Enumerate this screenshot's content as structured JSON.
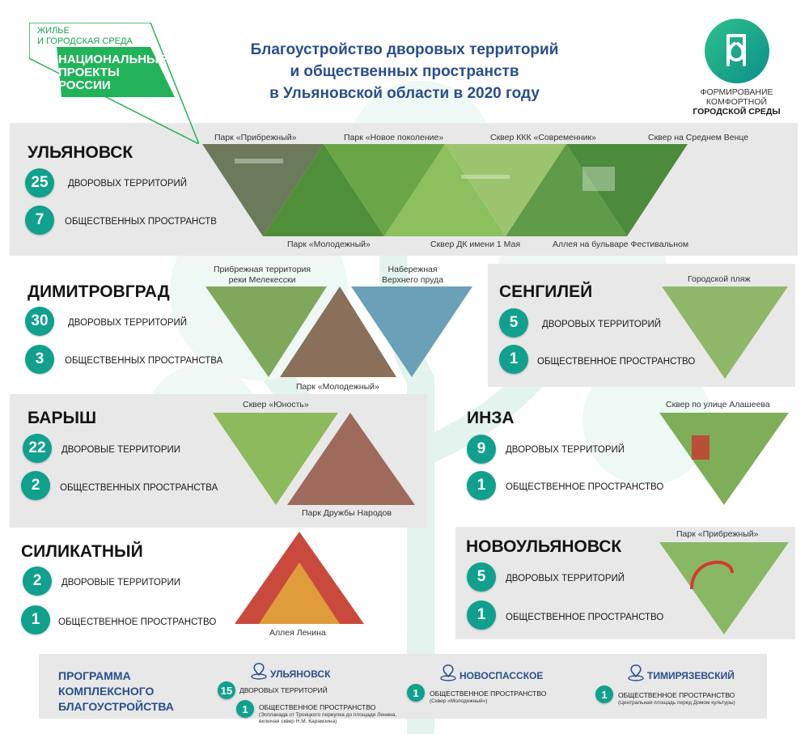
{
  "header": {
    "np_top": "ЖИЛЬЕ\nИ ГОРОДСКАЯ СРЕДА",
    "np_main": "НАЦИОНАЛЬНЫЕ\nПРОЕКТЫ\nРОССИИ",
    "title_1": "Благоустройство дворовых территорий",
    "title_2": "и общественных пространств",
    "title_3": "в Ульяновской области в 2020 году",
    "ks_line1": "ФОРМИРОВАНИЕ",
    "ks_line2": "КОМФОРТНОЙ",
    "ks_line3": "ГОРОДСКОЙ СРЕДЫ"
  },
  "colors": {
    "accent": "#10a08e",
    "title_blue": "#2a4e8c",
    "np_green": "#22b35a",
    "panel": "#e8e8e8"
  },
  "ulyanovsk": {
    "name": "УЛЬЯНОВСК",
    "yards": "25",
    "yards_label": "ДВОРОВЫХ ТЕРРИТОРИЙ",
    "public": "7",
    "public_label": "ОБЩЕСТВЕННЫХ ПРОСТРАНСТВ",
    "cap_top_1": "Парк «Прибрежный»",
    "cap_top_2": "Парк «Новое поколение»",
    "cap_top_3": "Сквер ККК «Современник»",
    "cap_top_4": "Сквер на Среднем Венце",
    "cap_bot_1": "Парк «Молодежный»",
    "cap_bot_2": "Сквер ДК имени 1 Мая",
    "cap_bot_3": "Аллея на бульваре Фестивальном"
  },
  "dimitrovgrad": {
    "name": "ДИМИТРОВГРАД",
    "yards": "30",
    "yards_label": "ДВОРОВЫХ ТЕРРИТОРИЙ",
    "public": "3",
    "public_label": "ОБЩЕСТВЕННЫХ ПРОСТРАНСТВА",
    "cap_1": "Прибрежная территория\nреки Мелекесски",
    "cap_2": "Набережная\nВерхнего пруда",
    "cap_3": "Парк «Молодежный»"
  },
  "sengiley": {
    "name": "СЕНГИЛЕЙ",
    "yards": "5",
    "yards_label": "ДВОРОВЫХ ТЕРРИТОРИЙ",
    "public": "1",
    "public_label": "ОБЩЕСТВЕННОЕ ПРОСТРАНСТВО",
    "cap_1": "Городской пляж"
  },
  "barysh": {
    "name": "БАРЫШ",
    "yards": "22",
    "yards_label": "ДВОРОВЫЕ ТЕРРИТОРИИ",
    "public": "2",
    "public_label": "ОБЩЕСТВЕННЫХ ПРОСТРАНСТВА",
    "cap_1": "Сквер «Юность»",
    "cap_2": "Парк Дружбы Народов"
  },
  "inza": {
    "name": "ИНЗА",
    "yards": "9",
    "yards_label": "ДВОРОВЫХ ТЕРРИТОРИЙ",
    "public": "1",
    "public_label": "ОБЩЕСТВЕННОЕ ПРОСТРАНСТВО",
    "cap_1": "Сквер по улице Алашеева"
  },
  "silikatny": {
    "name": "СИЛИКАТНЫЙ",
    "yards": "2",
    "yards_label": "ДВОРОВЫЕ ТЕРРИТОРИИ",
    "public": "1",
    "public_label": "ОБЩЕСТВЕННОЕ ПРОСТРАНСТВО",
    "cap_1": "Аллея Ленина"
  },
  "novoulyanovsk": {
    "name": "НОВОУЛЬЯНОВСК",
    "yards": "5",
    "yards_label": "ДВОРОВЫХ ТЕРРИТОРИЙ",
    "public": "1",
    "public_label": "ОБЩЕСТВЕННОЕ ПРОСТРАНСТВО",
    "cap_1": "Парк «Прибрежный»"
  },
  "program": {
    "title": "ПРОГРАММА\nКОМПЛЕКСНОГО\nБЛАГОУСТРОЙСТВА",
    "t1_name": "УЛЬЯНОВСК",
    "t1_yards": "15",
    "t1_yards_label": "ДВОРОВЫХ ТЕРРИТОРИЙ",
    "t1_public": "1",
    "t1_public_label": "ОБЩЕСТВЕННОЕ ПРОСТРАНСТВО",
    "t1_note": "(Эспланада от Троицкого переулка до площади Ленина,\nвключая сквер Н.М. Карамзина)",
    "t2_name": "НОВОСПАССКОЕ",
    "t2_public": "1",
    "t2_public_label": "ОБЩЕСТВЕННОЕ ПРОСТРАНСТВО",
    "t2_note": "(Сквер «Молодежный»)",
    "t3_name": "ТИМИРЯЗЕВСКИЙ",
    "t3_public": "1",
    "t3_public_label": "ОБЩЕСТВЕННОЕ ПРОСТРАНСТВО",
    "t3_note": "(Центральная площадь перед Домом культуры)"
  }
}
